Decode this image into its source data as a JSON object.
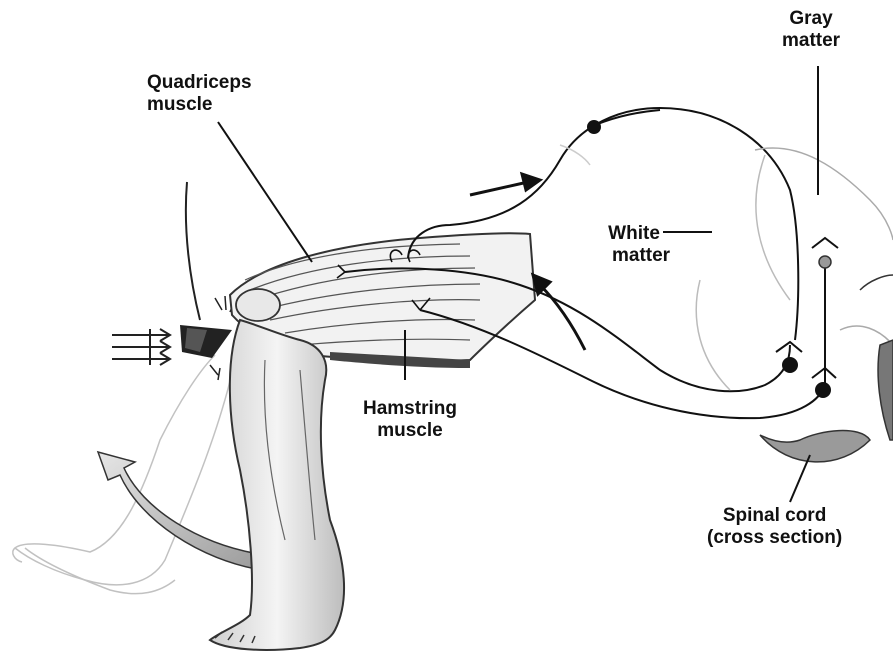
{
  "labels": {
    "gray_matter": [
      "Gray",
      "matter"
    ],
    "quadriceps": [
      "Quadriceps",
      "muscle"
    ],
    "white_matter": [
      "White",
      "matter"
    ],
    "hamstring": [
      "Hamstring",
      "muscle"
    ],
    "spinal_cord": [
      "Spinal cord",
      "(cross section)"
    ]
  },
  "colors": {
    "ink": "#111111",
    "paper": "#ffffff",
    "shade": "#8a8a8a"
  }
}
